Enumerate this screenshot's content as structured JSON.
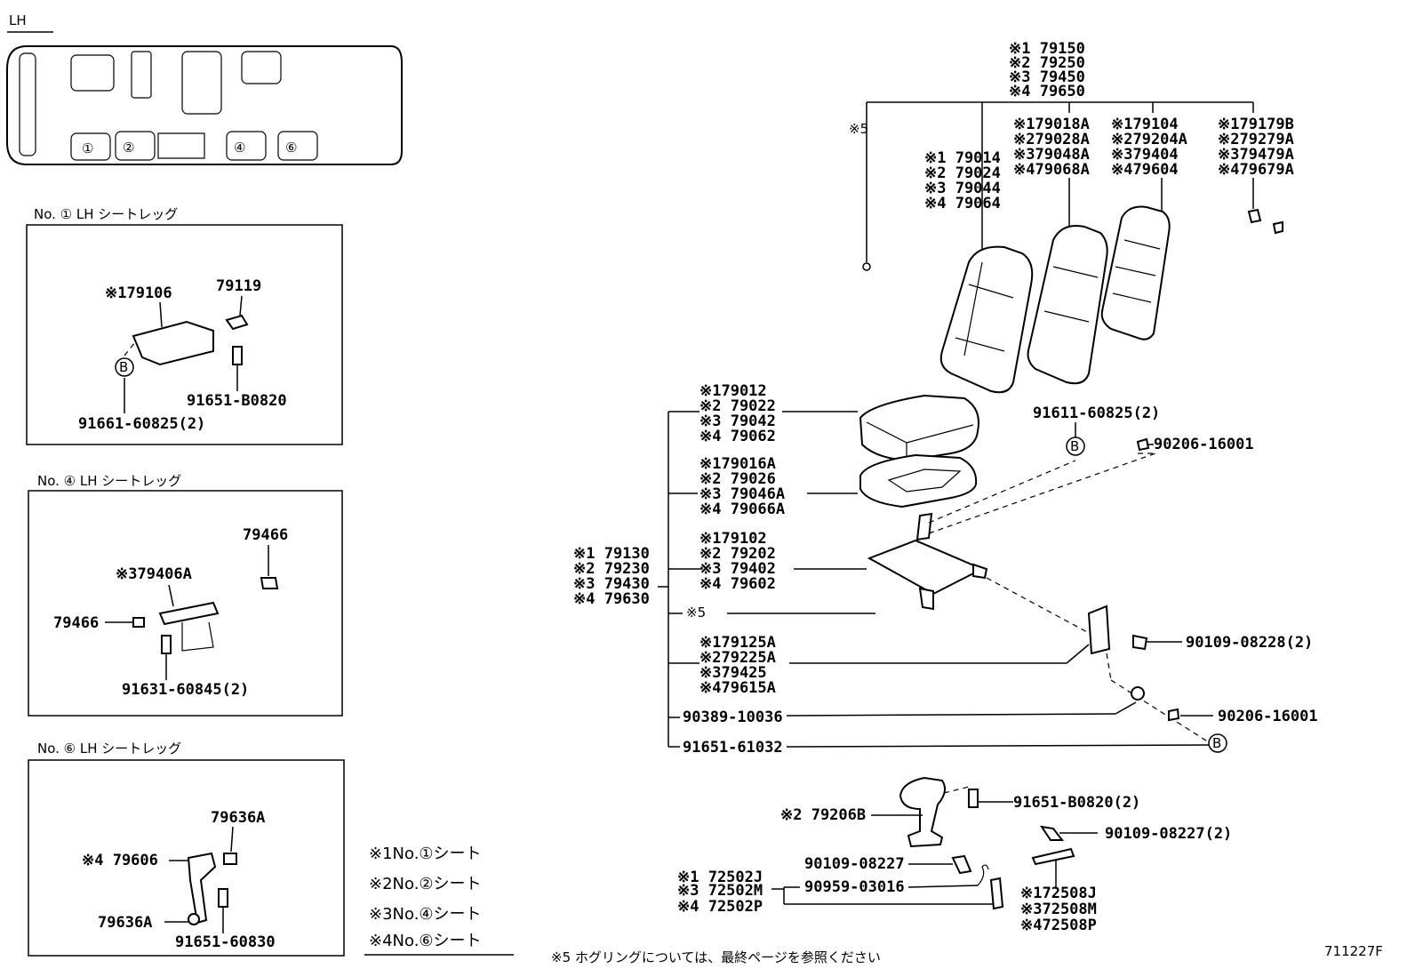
{
  "header": {
    "view_label": "LH",
    "diagram_code": "711227F"
  },
  "van_layout": {
    "seat_numbers": [
      "①",
      "②",
      "④",
      "⑥"
    ]
  },
  "panels": [
    {
      "title": "No. ① LH シートレッグ",
      "parts": [
        "※179106",
        "79119",
        "91651-B0820",
        "91661-60825(2)"
      ],
      "ref": "B"
    },
    {
      "title": "No. ④ LH シートレッグ",
      "parts": [
        "79466",
        "※379406A",
        "79466",
        "91631-60845(2)"
      ]
    },
    {
      "title": "No. ⑥ LH シートレッグ",
      "parts": [
        "79636A",
        "※4 79606",
        "79636A",
        "91651-60830"
      ]
    }
  ],
  "legend": [
    "※1No.①シート",
    "※2No.②シート",
    "※3No.④シート",
    "※4No.⑥シート"
  ],
  "main": {
    "seat_assy": [
      "※1 79150",
      "※2 79250",
      "※3 79450",
      "※4 79650"
    ],
    "note5": "※5",
    "back_cover": [
      "※1 79014",
      "※2 79024",
      "※3 79044",
      "※4 79064"
    ],
    "back_pad": [
      "※179018A",
      "※279028A",
      "※379048A",
      "※479068A"
    ],
    "back_frame": [
      "※179104",
      "※279204A",
      "※379404",
      "※479604"
    ],
    "headrest_support": [
      "※179179B",
      "※279279A",
      "※379479A",
      "※479679A"
    ],
    "cushion_assy": [
      "※1 79130",
      "※2 79230",
      "※3 79430",
      "※4 79630"
    ],
    "cushion_cover": [
      "※179012",
      "※2 79022",
      "※3 79042",
      "※4 79062"
    ],
    "cushion_pad": [
      "※179016A",
      "※2 79026",
      "※3 79046A",
      "※4 79066A"
    ],
    "cushion_frame": [
      "※179102",
      "※2 79202",
      "※3 79402",
      "※4 79602"
    ],
    "hog_ring": "※5",
    "bracket": [
      "※179125A",
      "※279225A",
      "※379425",
      "※479615A"
    ],
    "bolt_a": "90389-10036",
    "bolt_b": "91651-61032",
    "bolt_c": "91611-60825(2)",
    "nut_a": "90206-16001",
    "bolt_d": "90109-08228(2)",
    "nut_b": "90206-16001",
    "ref_b": "B",
    "leg_bolt": "91651-B0820(2)",
    "leg": "※2 79206B",
    "bolt_e": "90109-08227(2)",
    "bolt_f": "90109-08227",
    "spring": "90959-03016",
    "lock": [
      "※1 72502J",
      "※3 72502M",
      "※4 72502P"
    ],
    "rod": [
      "※172508J",
      "※372508M",
      "※472508P"
    ]
  },
  "footnote": "※5  ホグリングについては、最終ページを参照ください"
}
